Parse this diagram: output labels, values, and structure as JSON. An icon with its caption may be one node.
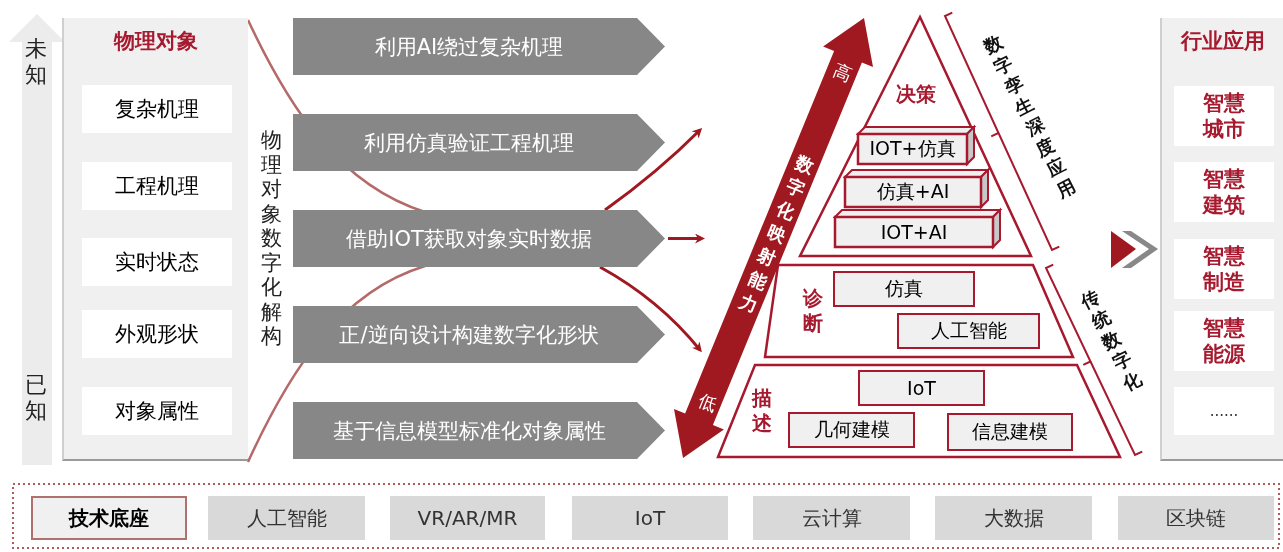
{
  "diagram": {
    "nodes": [
      {
        "text": [
          "物理对象"
        ]
      },
      {
        "text": [
          "复杂机理"
        ],
        "in": 0
      },
      {
        "text": [
          "工程机理"
        ],
        "in": 0
      },
      {
        "text": [
          "实时状态"
        ],
        "in": 0
      },
      {
        "text": [
          "外观形状"
        ],
        "in": 0
      },
      {
        "text": [
          "对象属性"
        ],
        "in": 0
      },
      {
        "text": [
          "利用AI绕过复杂机理"
        ]
      },
      {
        "text": [
          "利用仿真验证工程机理"
        ]
      },
      {
        "text": [
          "借助IOT获取对象实时数据"
        ]
      },
      {
        "text": [
          "正/逆向设计构建数字化形状"
        ]
      },
      {
        "text": [
          "基于信息模型标准化对象属性"
        ]
      },
      {
        "text": [
          "决策"
        ]
      },
      {
        "text": [
          "IOT+仿真"
        ],
        "in": 11
      },
      {
        "text": [
          "仿真+AI"
        ],
        "in": 11
      },
      {
        "text": [
          "IOT+AI"
        ],
        "in": 11
      },
      {
        "text": [
          "诊断"
        ]
      },
      {
        "text": [
          "仿真"
        ],
        "in": 15
      },
      {
        "text": [
          "人工智能"
        ],
        "in": 15
      },
      {
        "text": [
          "描述"
        ]
      },
      {
        "text": [
          "IoT"
        ],
        "in": 18
      },
      {
        "text": [
          "几何建模"
        ],
        "in": 18
      },
      {
        "text": [
          "信息建模"
        ],
        "in": 18
      },
      {
        "text": [
          "行业应用"
        ]
      },
      {
        "text": [
          "智慧城市"
        ],
        "in": 22
      },
      {
        "text": [
          "智慧建筑"
        ],
        "in": 22
      },
      {
        "text": [
          "智慧制造"
        ],
        "in": 22
      },
      {
        "text": [
          "智慧能源"
        ],
        "in": 22
      },
      {
        "text": [
          "......"
        ],
        "in": 22
      },
      {
        "text": [
          "技术底座"
        ]
      },
      {
        "text": [
          "人工智能"
        ]
      },
      {
        "text": [
          "VR/AR/MR"
        ]
      },
      {
        "text": [
          "IoT"
        ]
      },
      {
        "text": [
          "云计算"
        ]
      },
      {
        "text": [
          "大数据"
        ]
      },
      {
        "text": [
          "区块链"
        ]
      },
      {
        "text": [
          "高",
          "数字化映射能力",
          "低"
        ]
      }
    ],
    "edges": [
      {
        "from": 8,
        "to": null,
        "arrow": "to"
      },
      {
        "from": 8,
        "to": null,
        "arrow": "to"
      },
      {
        "from": 8,
        "to": 35,
        "arrow": "to"
      },
      {
        "from": null,
        "to": 22,
        "arrow": "to"
      }
    ],
    "labels": [
      "未知",
      "已知",
      "物理对象数字化解构",
      "数字孪生深度应用",
      "传统数字化"
    ]
  }
}
